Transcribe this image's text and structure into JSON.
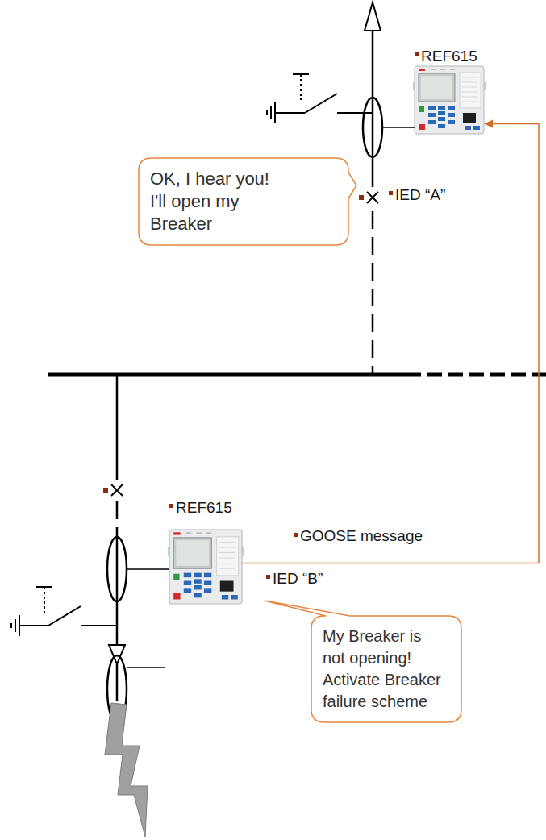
{
  "diagram": {
    "nodes": [
      {
        "text": [
          "REF615",
          "IED “A”"
        ]
      },
      {
        "text": [
          "OK, I hear you! I'll open my Breaker"
        ]
      },
      {
        "text": [
          "REF615",
          "IED “B”"
        ]
      },
      {
        "text": [
          "My Breaker is not opening! Activate Breaker failure scheme"
        ]
      }
    ],
    "edges": [
      {
        "from": 2,
        "to": 0,
        "arrow": "to",
        "label": "GOOSE message"
      }
    ]
  }
}
